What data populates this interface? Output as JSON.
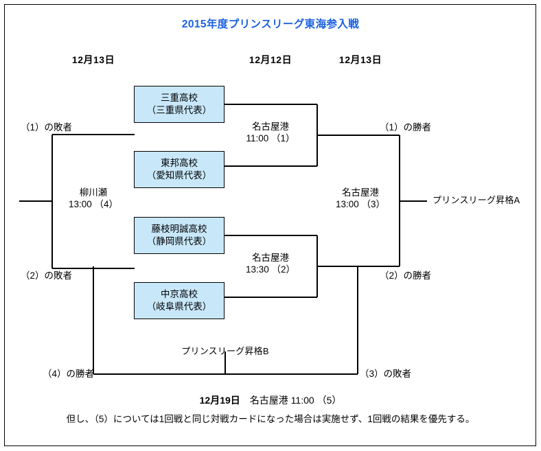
{
  "page": {
    "title": "2015年度プリンスリーグ東海参入戦",
    "title_color": "#1a5fe0",
    "box_fill": "#c8e8fa",
    "line_color": "#000000",
    "background": "#ffffff"
  },
  "date_headers": [
    {
      "label": "12月13日"
    },
    {
      "label": "12月12日"
    },
    {
      "label": "12月13日"
    }
  ],
  "teams": [
    {
      "name": "三重高校",
      "sub": "（三重県代表）"
    },
    {
      "name": "東邦高校",
      "sub": "（愛知県代表）"
    },
    {
      "name": "藤枝明誠高校",
      "sub": "（静岡県代表）"
    },
    {
      "name": "中京高校",
      "sub": "（岐阜県代表）"
    }
  ],
  "matches": [
    {
      "no": "(1)",
      "venue": "名古屋港",
      "time": "11:00",
      "time_line": "11:00 （1）"
    },
    {
      "no": "(2)",
      "venue": "名古屋港",
      "time": "13:30",
      "time_line": "13:30 （2）"
    },
    {
      "no": "(3)",
      "venue": "名古屋港",
      "time": "13:00",
      "time_line": "13:00 （3）"
    },
    {
      "no": "(4)",
      "venue": "柳川瀬",
      "time": "13:00",
      "time_line": "13:00 （4）"
    }
  ],
  "slots": {
    "loser_1": "（1）の敗者",
    "loser_2": "（2）の敗者",
    "winner_1": "（1）の勝者",
    "winner_2": "（2）の勝者",
    "winner_4": "（4）の勝者",
    "loser_3": "（3）の敗者"
  },
  "outcomes": {
    "promotion_a": "プリンスリーグ昇格A",
    "promotion_b": "プリンスリーグ昇格B"
  },
  "footer": {
    "date": "12月19日",
    "rest": "　名古屋港  11:00  （5）",
    "note": "但し、（5）については1回戦と同じ対戦カードになった場合は実施せず、1回戦の結果を優先する。"
  }
}
